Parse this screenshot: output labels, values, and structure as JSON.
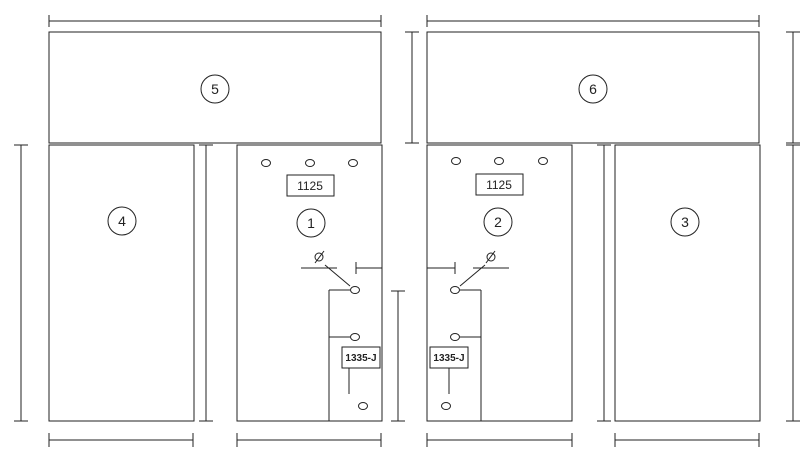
{
  "panels": {
    "p5": {
      "number": "5"
    },
    "p6": {
      "number": "6"
    },
    "p4": {
      "number": "4"
    },
    "p1": {
      "number": "1",
      "label": "1125",
      "sub_label": "1335-J"
    },
    "p2": {
      "number": "2",
      "label": "1125",
      "sub_label": "1335-J"
    },
    "p3": {
      "number": "3"
    }
  },
  "colors": {
    "line": "#222222",
    "background": "#ffffff"
  }
}
